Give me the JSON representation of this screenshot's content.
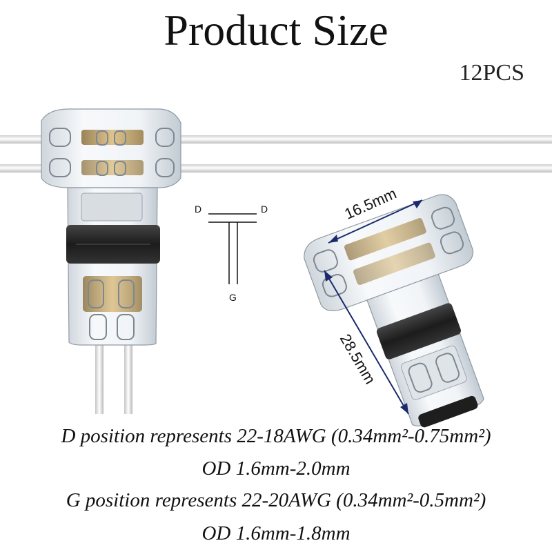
{
  "title": "Product Size",
  "count": "12PCS",
  "diagram": {
    "left_label": "D",
    "right_label": "D",
    "bottom_label": "G"
  },
  "dimensions": {
    "width": "16.5mm",
    "length": "28.5mm"
  },
  "specs": [
    "D position represents 22-18AWG (0.34mm²-0.75mm²)",
    "OD 1.6mm-2.0mm",
    "G position represents 22-20AWG (0.34mm²-0.5mm²)",
    "OD 1.6mm-1.8mm"
  ],
  "colors": {
    "accent": "#1a2a6c",
    "connector_body": "#e9eef2",
    "band": "#2a2a2a",
    "contacts": "#b08a3e"
  },
  "objects": [
    "t-connector-photo",
    "t-connector-angled-photo",
    "t-schematic"
  ]
}
